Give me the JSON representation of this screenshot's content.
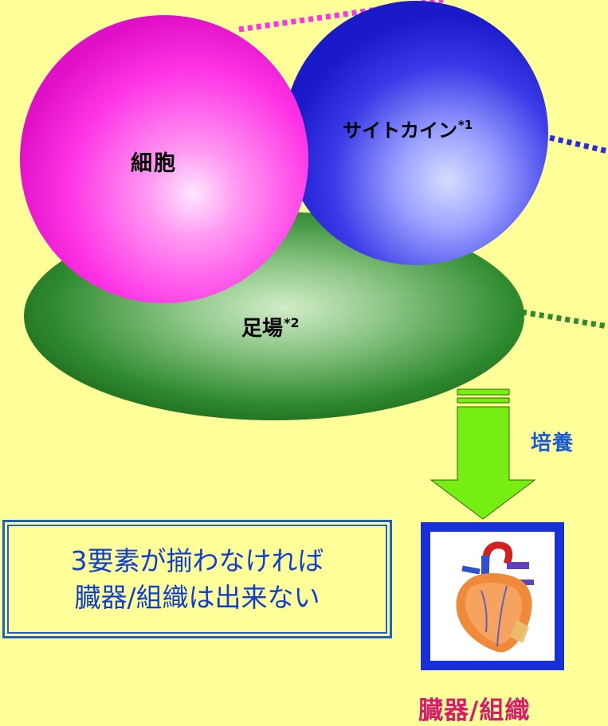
{
  "diagram": {
    "cells_label": "細胞",
    "cytokine": {
      "label": "サイトカイン",
      "footnote": "*1"
    },
    "scaffold": {
      "label": "足場",
      "footnote": "*2"
    },
    "culture_label": "培養",
    "note": {
      "line1": "3要素が揃わなければ",
      "line2": "臓器/組織は出来ない"
    },
    "result_label": "臓器/組織"
  },
  "colors": {
    "background": "#ffff99",
    "cells": "#ff33e6",
    "cytokine": "#2a2ae0",
    "scaffold": "#2f8a2f",
    "arrow": "#77ee11",
    "note_text": "#0f3fd0",
    "culture_text": "#1a5ad6",
    "result_text": "#d81b6a",
    "frame": "#1830d8"
  },
  "icons": {
    "organ_image": "heart-icon"
  }
}
